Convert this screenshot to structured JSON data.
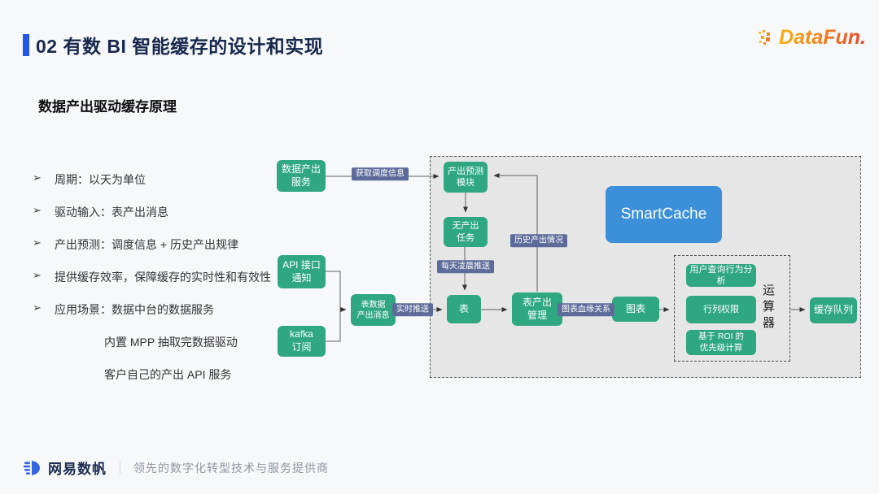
{
  "header": {
    "title": "02 有数 BI 智能缓存的设计和实现",
    "logo_text": "DataFun.",
    "accent_color": "#2257e7"
  },
  "section": {
    "subtitle": "数据产出驱动缓存原理"
  },
  "bullets": {
    "marker": "➢",
    "items": [
      {
        "text": "周期：以天为单位"
      },
      {
        "text": "驱动输入：表产出消息"
      },
      {
        "text": "产出预测：调度信息 + 历史产出规律"
      },
      {
        "text": "提供缓存效率，保障缓存的实时性和有效性"
      },
      {
        "text": "应用场景：数据中台的数据服务"
      }
    ],
    "sub_items": [
      {
        "text": "内置 MPP 抽取完数据驱动"
      },
      {
        "text": "客户自己的产出 API 服务"
      }
    ]
  },
  "diagram": {
    "nodes": {
      "data_output_service": "数据产出\n服务",
      "api_notify": "API 接口\n通知",
      "kafka_subscribe": "kafka\n订阅",
      "table_msg": "表数据\n产出消息",
      "output_predict": "产出预测\n模块",
      "no_output_task": "无产出\n任务",
      "table": "表",
      "table_output_mgmt": "表产出\n管理",
      "chart": "图表",
      "user_query_analysis": "用户查询行为分析",
      "row_col_permission": "行列权限",
      "roi_priority": "基于 ROI 的\n优先级计算",
      "cache_queue": "缓存队列",
      "smartcache": "SmartCache",
      "calculator": "运算器"
    },
    "edge_labels": {
      "get_schedule_info": "获取调度信息",
      "history_output": "历史产出情况",
      "daily_push": "每天凌晨推送",
      "realtime_push": "实时推送",
      "chart_lineage": "图表血缘关系"
    },
    "colors": {
      "node_green": "#2fa881",
      "smartcache_blue": "#3b90d9",
      "edge_label_bg": "#5c6b99",
      "region_bg": "#e5e6e5"
    }
  },
  "footer": {
    "brand": "网易数帆",
    "separator": "｜",
    "tagline": "领先的数字化转型技术与服务提供商"
  }
}
